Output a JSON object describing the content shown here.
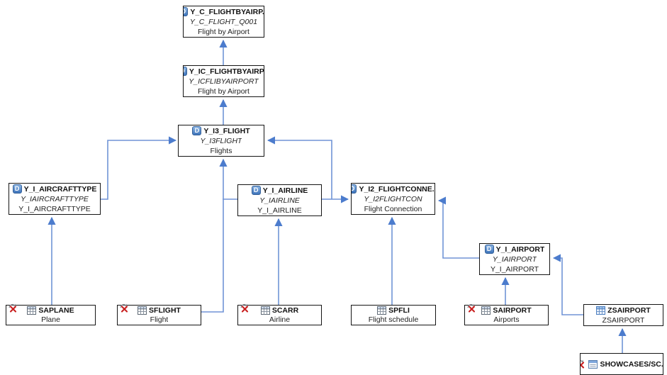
{
  "diagram": {
    "colors": {
      "edge": "#7094d6",
      "arrow": "#4c7ccd",
      "node_border": "#151515",
      "error_red": "#c81e1e"
    },
    "icons": {
      "cds_letter": "D"
    },
    "nodes": [
      {
        "title": "Y_C_FLIGHTBYAIRP...",
        "subtitle": "Y_C_FLIGHT_Q001",
        "description": "Flight by Airport"
      },
      {
        "title": "Y_IC_FLIGHTBYAIRP...",
        "subtitle": "Y_ICFLIBYAIRPORT",
        "description": "Flight by Airport"
      },
      {
        "title": "Y_I3_FLIGHT",
        "subtitle": "Y_I3FLIGHT",
        "description": "Flights"
      },
      {
        "title": "Y_I_AIRCRAFTTYPE",
        "subtitle": "Y_IAIRCRAFTTYPE",
        "description": "Y_I_AIRCRAFTTYPE"
      },
      {
        "title": "Y_I_AIRLINE",
        "subtitle": "Y_IAIRLINE",
        "description": "Y_I_AIRLINE"
      },
      {
        "title": "Y_I2_FLIGHTCONNE...",
        "subtitle": "Y_I2FLIGHTCON",
        "description": "Flight Connection"
      },
      {
        "title": "Y_I_AIRPORT",
        "subtitle": "Y_IAIRPORT",
        "description": "Y_I_AIRPORT"
      },
      {
        "title": "SAPLANE",
        "description": "Plane"
      },
      {
        "title": "SFLIGHT",
        "description": "Flight"
      },
      {
        "title": "SCARR",
        "description": "Airline"
      },
      {
        "title": "SPFLI",
        "description": "Flight schedule"
      },
      {
        "title": "SAIRPORT",
        "description": "Airports"
      },
      {
        "title": "ZSAIRPORT",
        "description": "ZSAIRPORT"
      },
      {
        "title": "SHOWCASES/SC..."
      }
    ],
    "edges": [
      {
        "from": "Y_IC_FLIGHTBYAIRPORT",
        "to": "Y_C_FLIGHTBYAIRPORT"
      },
      {
        "from": "Y_I3_FLIGHT",
        "to": "Y_IC_FLIGHTBYAIRPORT"
      },
      {
        "from": "Y_I_AIRCRAFTTYPE",
        "to": "Y_I3_FLIGHT"
      },
      {
        "from": "SAPLANE",
        "to": "Y_I_AIRCRAFTTYPE"
      },
      {
        "from": "SFLIGHT",
        "to": "Y_I3_FLIGHT"
      },
      {
        "from": "Y_I_AIRLINE",
        "to": "Y_I3_FLIGHT"
      },
      {
        "from": "SCARR",
        "to": "Y_I_AIRLINE"
      },
      {
        "from": "Y_I_AIRLINE",
        "to": "Y_I2_FLIGHTCONNECTION"
      },
      {
        "from": "Y_I2_FLIGHTCONNECTION",
        "to": "Y_I3_FLIGHT"
      },
      {
        "from": "SPFLI",
        "to": "Y_I2_FLIGHTCONNECTION"
      },
      {
        "from": "Y_I_AIRPORT",
        "to": "Y_I2_FLIGHTCONNECTION"
      },
      {
        "from": "SAIRPORT",
        "to": "Y_I_AIRPORT"
      },
      {
        "from": "ZSAIRPORT",
        "to": "Y_I_AIRPORT"
      },
      {
        "from": "SHOWCASES/SC",
        "to": "ZSAIRPORT"
      }
    ]
  }
}
